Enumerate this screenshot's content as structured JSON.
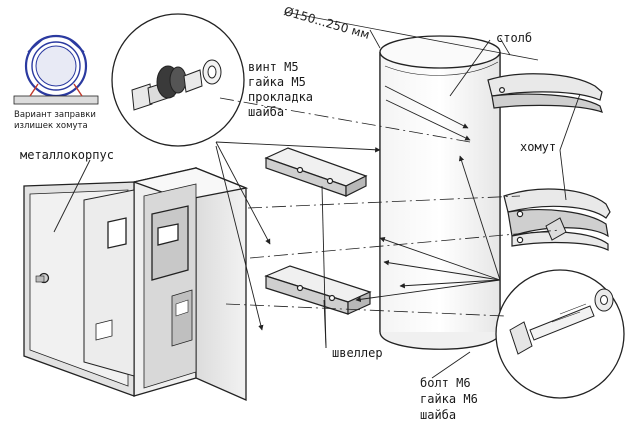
{
  "labels": {
    "diameter": "Ø150...250 мм",
    "pole": "столб",
    "clamp": "хомут",
    "housing": "металлокорпус",
    "channel": "швеллер",
    "screw_hw": [
      "винт М5",
      "гайка М5",
      "прокладка",
      "шайба"
    ],
    "bolt_hw": [
      "болт М6",
      "гайка М6",
      "шайба"
    ],
    "variant": [
      "Вариант заправки",
      "излишек хомута"
    ]
  },
  "colors": {
    "line": "#222222",
    "metal_light": "#e9e9e9",
    "metal_mid": "#cfcfcf",
    "metal_dark": "#9a9a9a",
    "accent_blue": "#2b3aa0",
    "accent_red": "#c0392b"
  }
}
